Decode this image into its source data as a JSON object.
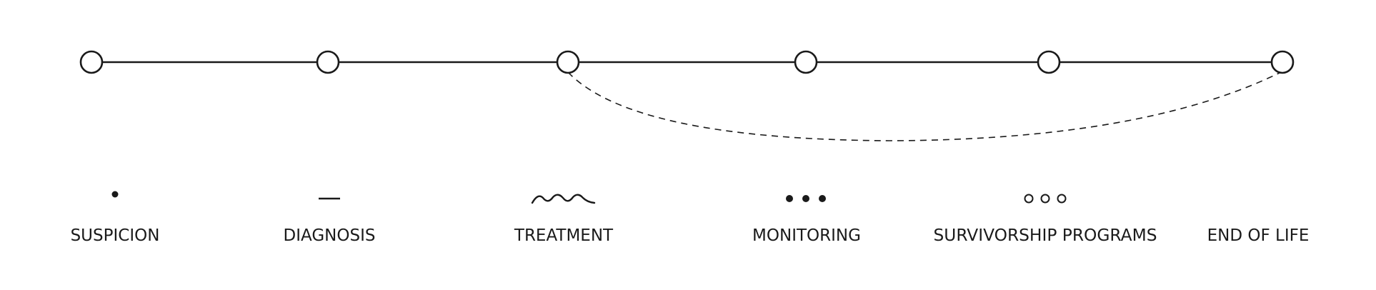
{
  "timeline": {
    "stages": [
      {
        "id": "suspicion",
        "label": "SUSPICION",
        "symbol": "dot"
      },
      {
        "id": "diagnosis",
        "label": "DIAGNOSIS",
        "symbol": "dash"
      },
      {
        "id": "treatment",
        "label": "TREATMENT",
        "symbol": "wave"
      },
      {
        "id": "monitoring",
        "label": "MONITORING",
        "symbol": "three-filled-dots"
      },
      {
        "id": "survivorship",
        "label": "SURVIVORSHIP PROGRAMS",
        "symbol": "three-hollow-dots"
      },
      {
        "id": "end-of-life",
        "label": "END OF LIFE",
        "symbol": "none"
      }
    ],
    "dashed_link": {
      "from": "treatment",
      "to": "end-of-life"
    },
    "colors": {
      "line": "#1a1a1a",
      "node_fill": "#ffffff",
      "text": "#1a1a1a"
    }
  }
}
